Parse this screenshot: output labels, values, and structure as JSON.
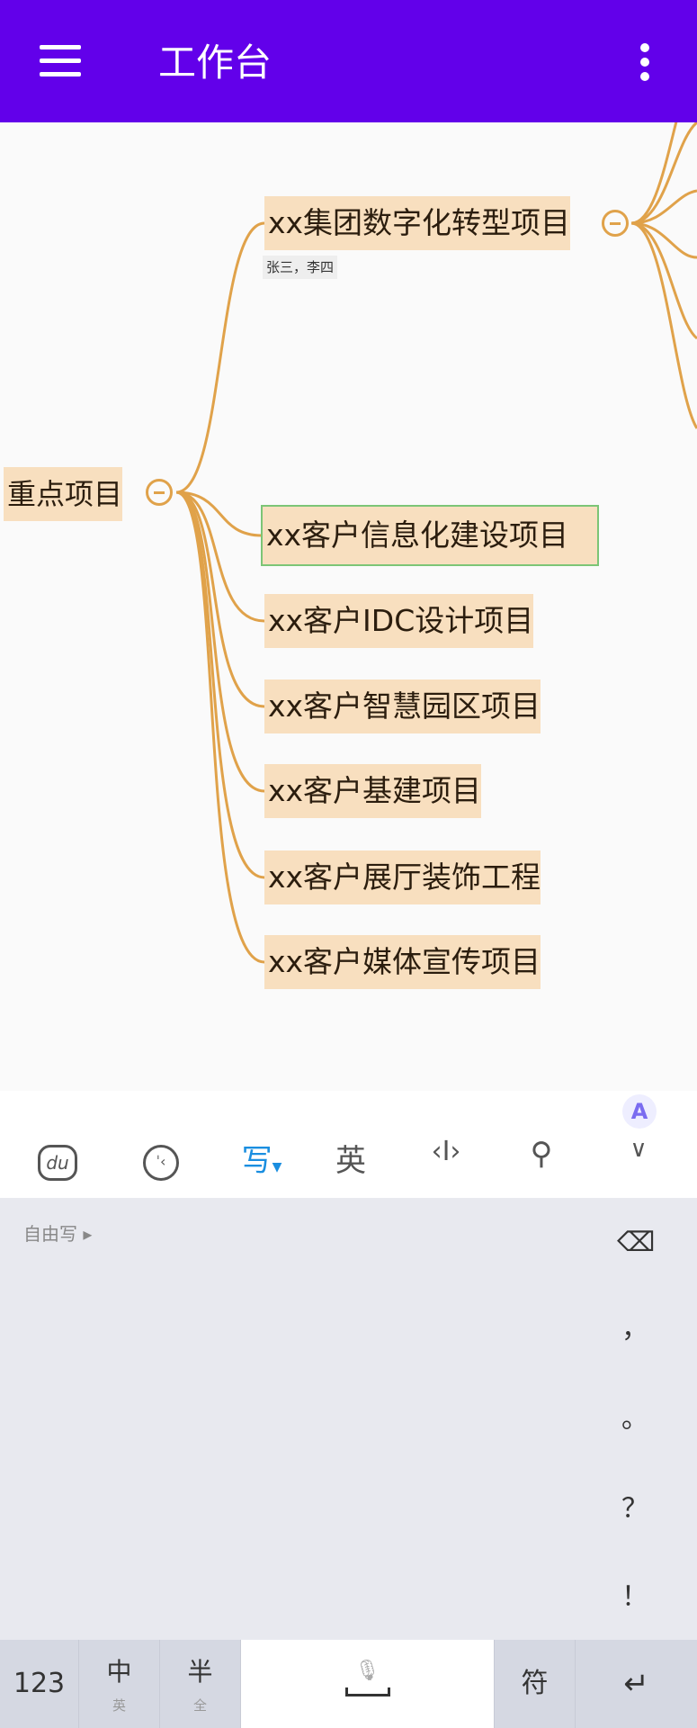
{
  "header": {
    "title": "工作台",
    "menu_icon": "hamburger-icon",
    "more_icon": "more-vert-icon",
    "color": "#6200ea"
  },
  "mindmap": {
    "root": "重点项目",
    "children": [
      {
        "label": "xx集团数字化转型项目",
        "note": "张三，李四",
        "collapsed": false
      },
      {
        "label": "xx客户信息化建设项目",
        "selected": true
      },
      {
        "label": "xx客户IDC设计项目"
      },
      {
        "label": "xx客户智慧园区项目"
      },
      {
        "label": "xx客户基建项目"
      },
      {
        "label": "xx客户展厅装饰工程"
      },
      {
        "label": "xx客户媒体宣传项目"
      }
    ],
    "line_color": "#e0a24a",
    "node_color": "#f8dfbf"
  },
  "keyboard": {
    "toolbar": {
      "write": "写",
      "english": "英",
      "icons": [
        "du-bear-icon",
        "emoji-face-icon",
        "write-mode-icon",
        "english-icon",
        "cursor-icon",
        "search-icon",
        "collapse-chevron-icon",
        "ai-assistant-icon"
      ]
    },
    "handwriting_label": "自由写",
    "punctuation": [
      "，",
      "。",
      "？",
      "！"
    ],
    "keys": {
      "num": "123",
      "zh": "中",
      "zh_sub": "英",
      "half": "半",
      "half_sub": "全",
      "symbol": "符"
    }
  }
}
